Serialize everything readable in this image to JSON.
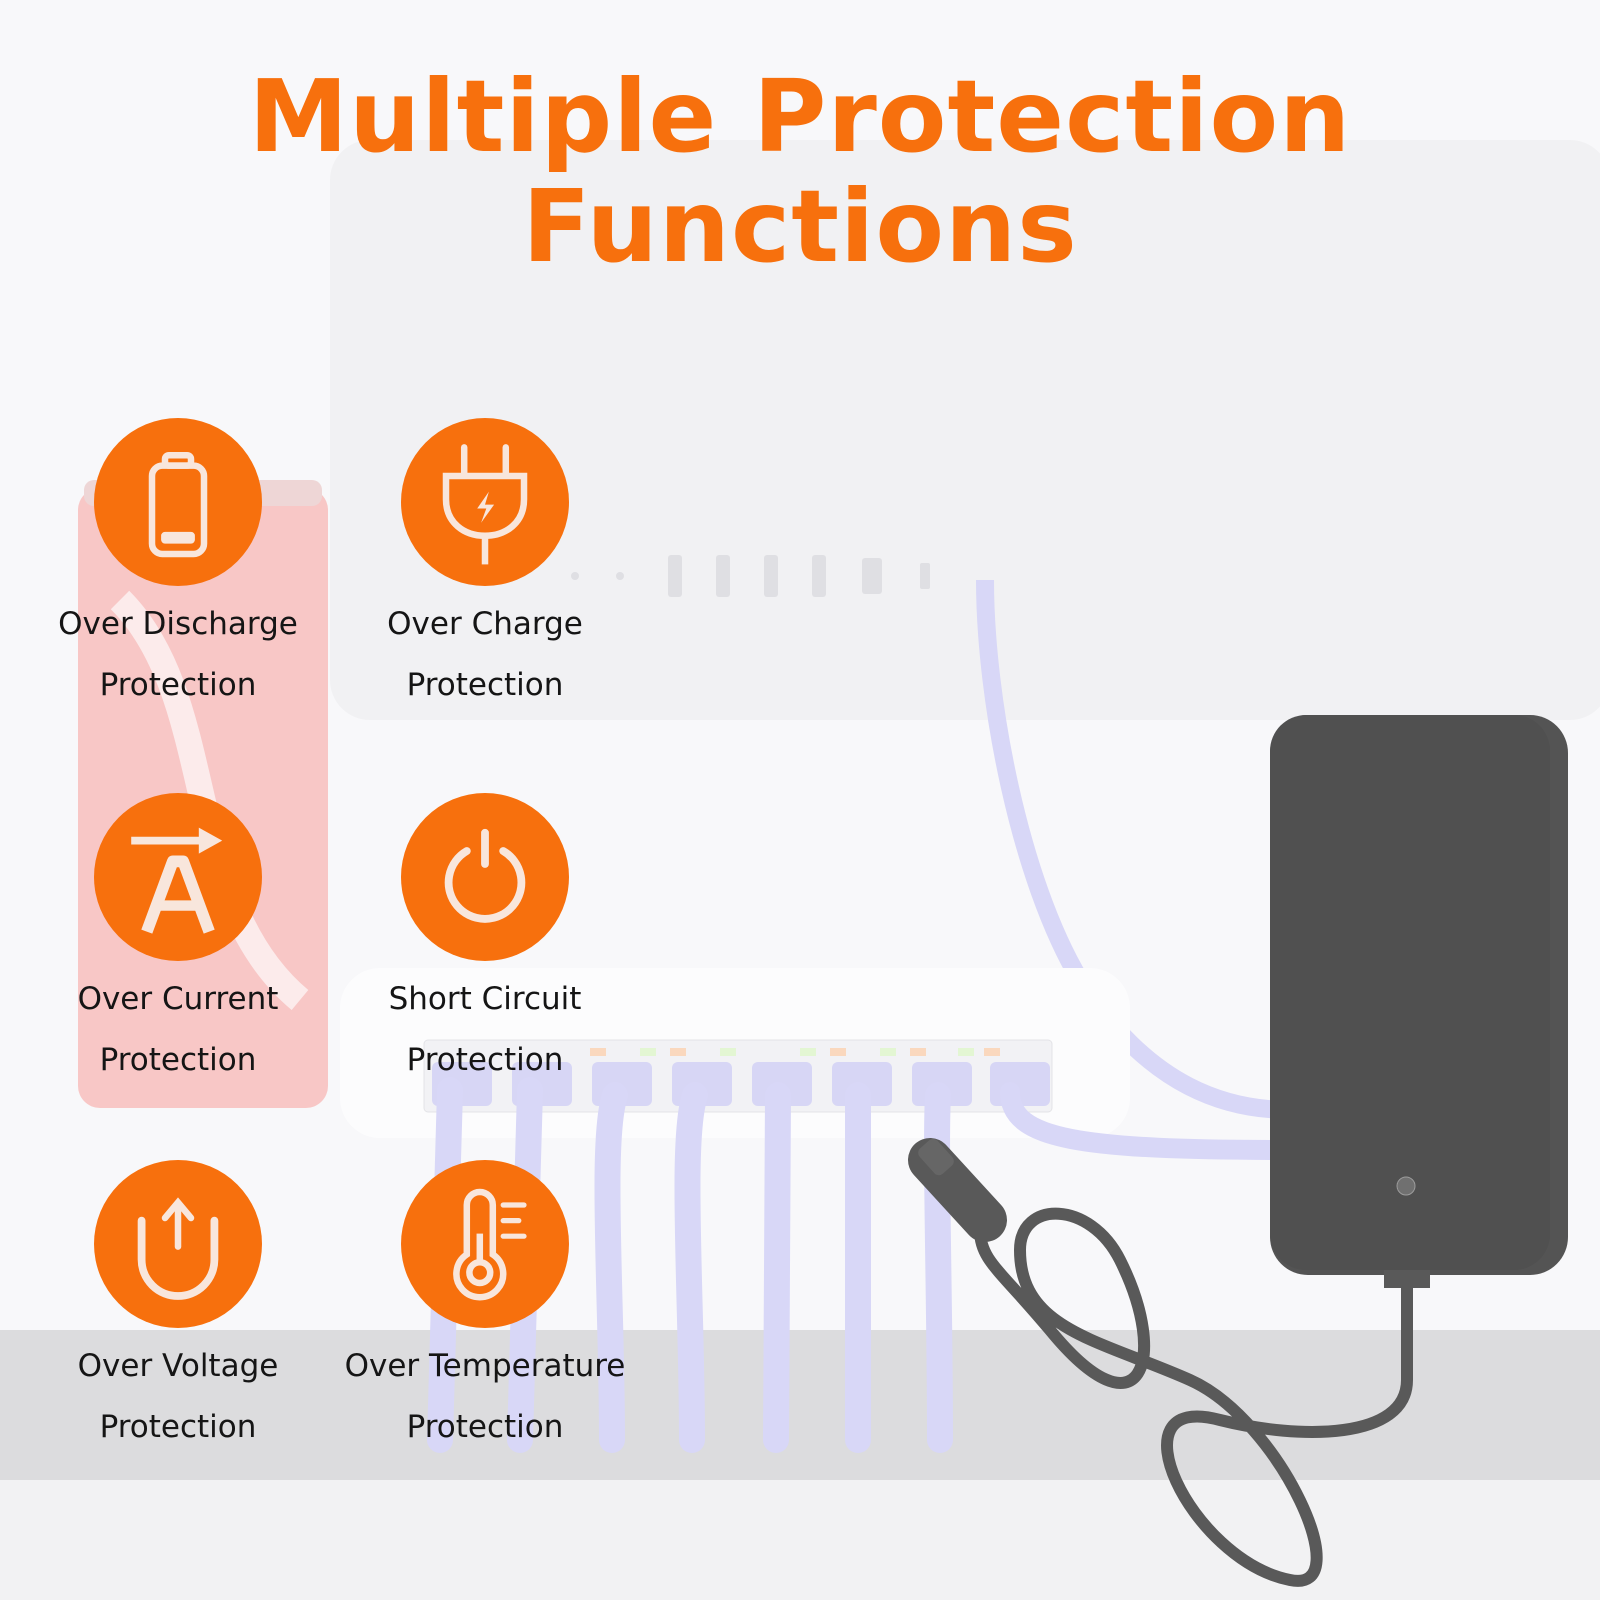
{
  "title": "Multiple Protection Functions",
  "colors": {
    "accent": "#f7700d",
    "text": "#151515",
    "cable": "#b8b7f0",
    "adapter": "#121212"
  },
  "features": [
    {
      "line1": "Over Discharge",
      "line2": "Protection",
      "icon": "battery-icon"
    },
    {
      "line1": "Over Charge",
      "line2": "Protection",
      "icon": "plug-icon"
    },
    {
      "line1": "Over Current",
      "line2": "Protection",
      "icon": "current-icon"
    },
    {
      "line1": "Short Circuit",
      "line2": "Protection",
      "icon": "power-icon"
    },
    {
      "line1": "Over Voltage",
      "line2": "Protection",
      "icon": "voltage-icon"
    },
    {
      "line1": "Over Temperature",
      "line2": "Protection",
      "icon": "thermometer-icon"
    }
  ]
}
